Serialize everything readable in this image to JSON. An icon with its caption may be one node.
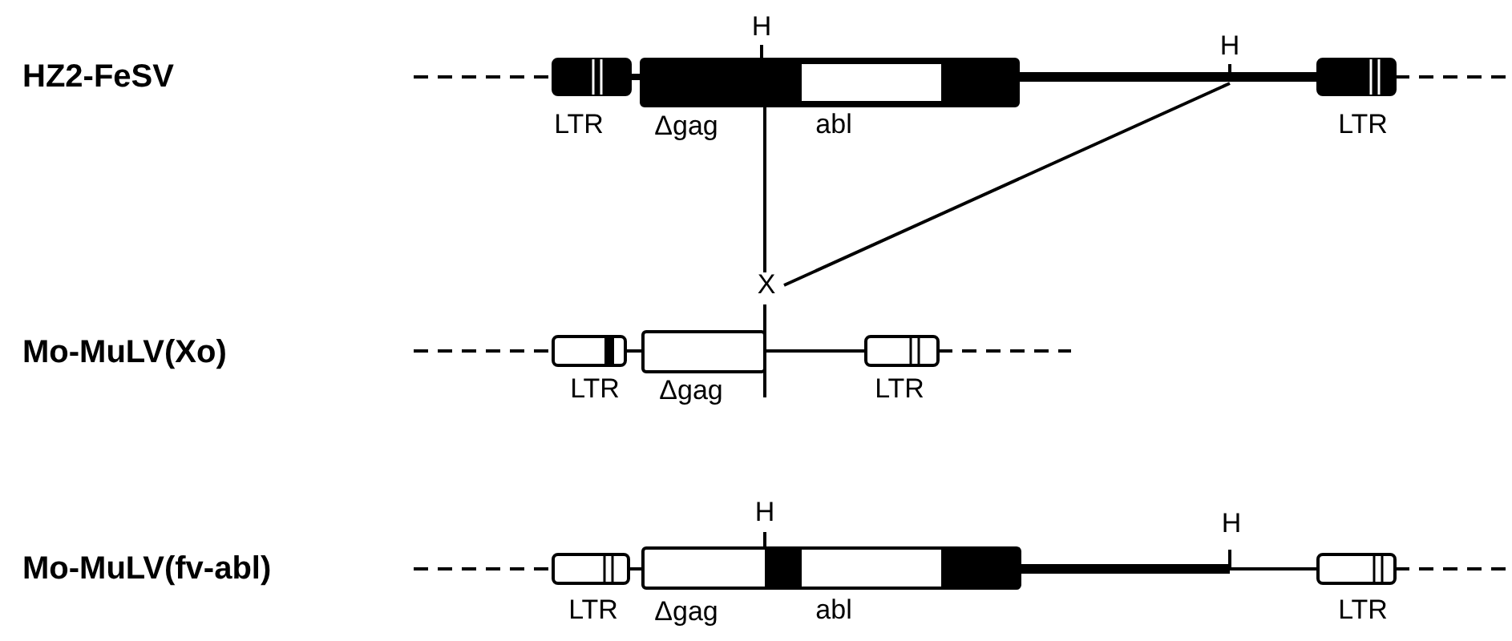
{
  "diagram": {
    "nodes": [
      {
        "text": [],
        "shape": "box"
      },
      {
        "text": [],
        "shape": "bar"
      },
      {
        "text": [],
        "shape": "bar"
      },
      {
        "text": [],
        "shape": "box"
      },
      {
        "text": [
          "X"
        ]
      },
      {
        "text": [],
        "shape": "box"
      },
      {
        "text": [],
        "shape": "box"
      },
      {
        "text": [],
        "shape": "box"
      },
      {
        "text": [],
        "shape": "box"
      },
      {
        "text": [],
        "shape": "box"
      },
      {
        "text": [],
        "shape": "box"
      }
    ],
    "edges": [
      {
        "from": 0,
        "to": 1,
        "arrow": "none",
        "style": "thick"
      },
      {
        "from": 1,
        "to": 4,
        "arrow": "none"
      },
      {
        "from": 2,
        "to": 4,
        "arrow": "none"
      },
      {
        "from": 4,
        "to": 6,
        "arrow": "none"
      },
      {
        "from": 5,
        "to": 6,
        "arrow": "none"
      },
      {
        "from": 6,
        "to": 7,
        "arrow": "none"
      },
      {
        "from": 8,
        "to": 9,
        "arrow": "none"
      },
      {
        "from": 9,
        "to": 10,
        "arrow": "none"
      }
    ],
    "labels": [
      "H",
      "H",
      "HZ2-FeSV",
      "LTR",
      "Δgag",
      "abl",
      "LTR",
      "Mo-MuLV(Xo)",
      "LTR",
      "Δgag",
      "LTR",
      "H",
      "H",
      "Mo-MuLV(fv-abl)",
      "LTR",
      "Δgag",
      "abl",
      "LTR"
    ]
  }
}
